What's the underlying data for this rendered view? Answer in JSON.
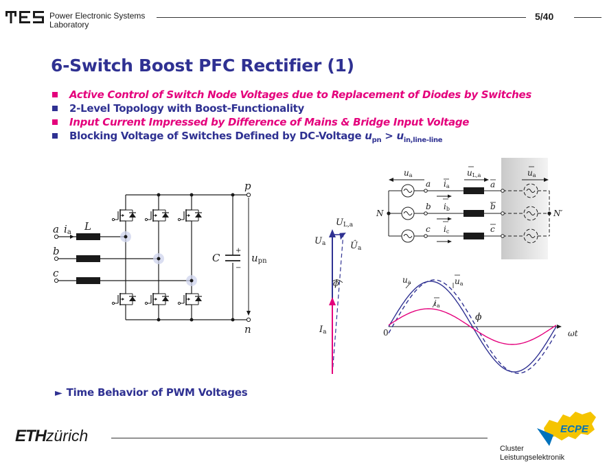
{
  "header": {
    "lab_line1": "Power Electronic Systems",
    "lab_line2": "Laboratory",
    "page_number": "5/40"
  },
  "title": "6-Switch Boost PFC Rectifier (1)",
  "bullets": [
    {
      "text": "Active Control of Switch Node Voltages due to Replacement of Diodes by Switches",
      "style": "pink"
    },
    {
      "text": "2-Level Topology with Boost-Functionality",
      "style": "blue"
    },
    {
      "text": "Input Current Impressed by Difference of Mains & Bridge Input Voltage",
      "style": "pink"
    },
    {
      "text_prefix": "Blocking Voltage of Switches Defined by DC-Voltage ",
      "u1": "u",
      "u1_sub": "pn",
      "op": " > ",
      "u2": "u",
      "u2_sub": "in,line-line",
      "style": "blue"
    }
  ],
  "circuit": {
    "node_p": "p",
    "node_n": "n",
    "phase_a": "a",
    "phase_b": "b",
    "phase_c": "c",
    "current_i": "i",
    "current_sub": "a",
    "inductor": "L",
    "capacitor": "C",
    "plus": "+",
    "minus": "−",
    "dc_u": "u",
    "dc_sub": "pn"
  },
  "phasor": {
    "UL": "U",
    "UL_sub": "L,a",
    "Ua": "U",
    "Ua_sub": "a",
    "Uh": "Û",
    "Uh_sub": "a",
    "phi": "ϕ",
    "Ia": "I",
    "Ia_sub": "a"
  },
  "equiv": {
    "ua": "u",
    "ua_sub": "a",
    "ia": "i",
    "ia_sub": "a",
    "ib": "i",
    "ib_sub": "b",
    "ic": "i",
    "ic_sub": "c",
    "uLa": "u",
    "uLa_sub": "L,a",
    "uap": "u",
    "uap_sub": "a",
    "a": "a",
    "b": "b",
    "c": "c",
    "abar": "a",
    "bbar": "b",
    "cbar": "c",
    "N": "N",
    "Np": "N′"
  },
  "waveform": {
    "ua": "u",
    "ua_sub": "a",
    "uap": "u",
    "uap_sub": "a",
    "ia": "i",
    "ia_sub": "a",
    "phi": "ϕ",
    "zero": "0",
    "wt": "ωt"
  },
  "link": {
    "arrow": "►",
    "label": "Time Behavior of PWM Voltages"
  },
  "footer": {
    "eth": "ETH",
    "zurich": "zürich",
    "ecpe": "ECPE",
    "cluster1": "Cluster",
    "cluster2": "Leistungselektronik"
  },
  "colors": {
    "navy": "#2f3192",
    "pink": "#e4007c",
    "ecpe_yellow": "#f5c400",
    "ecpe_blue": "#0072bc"
  }
}
